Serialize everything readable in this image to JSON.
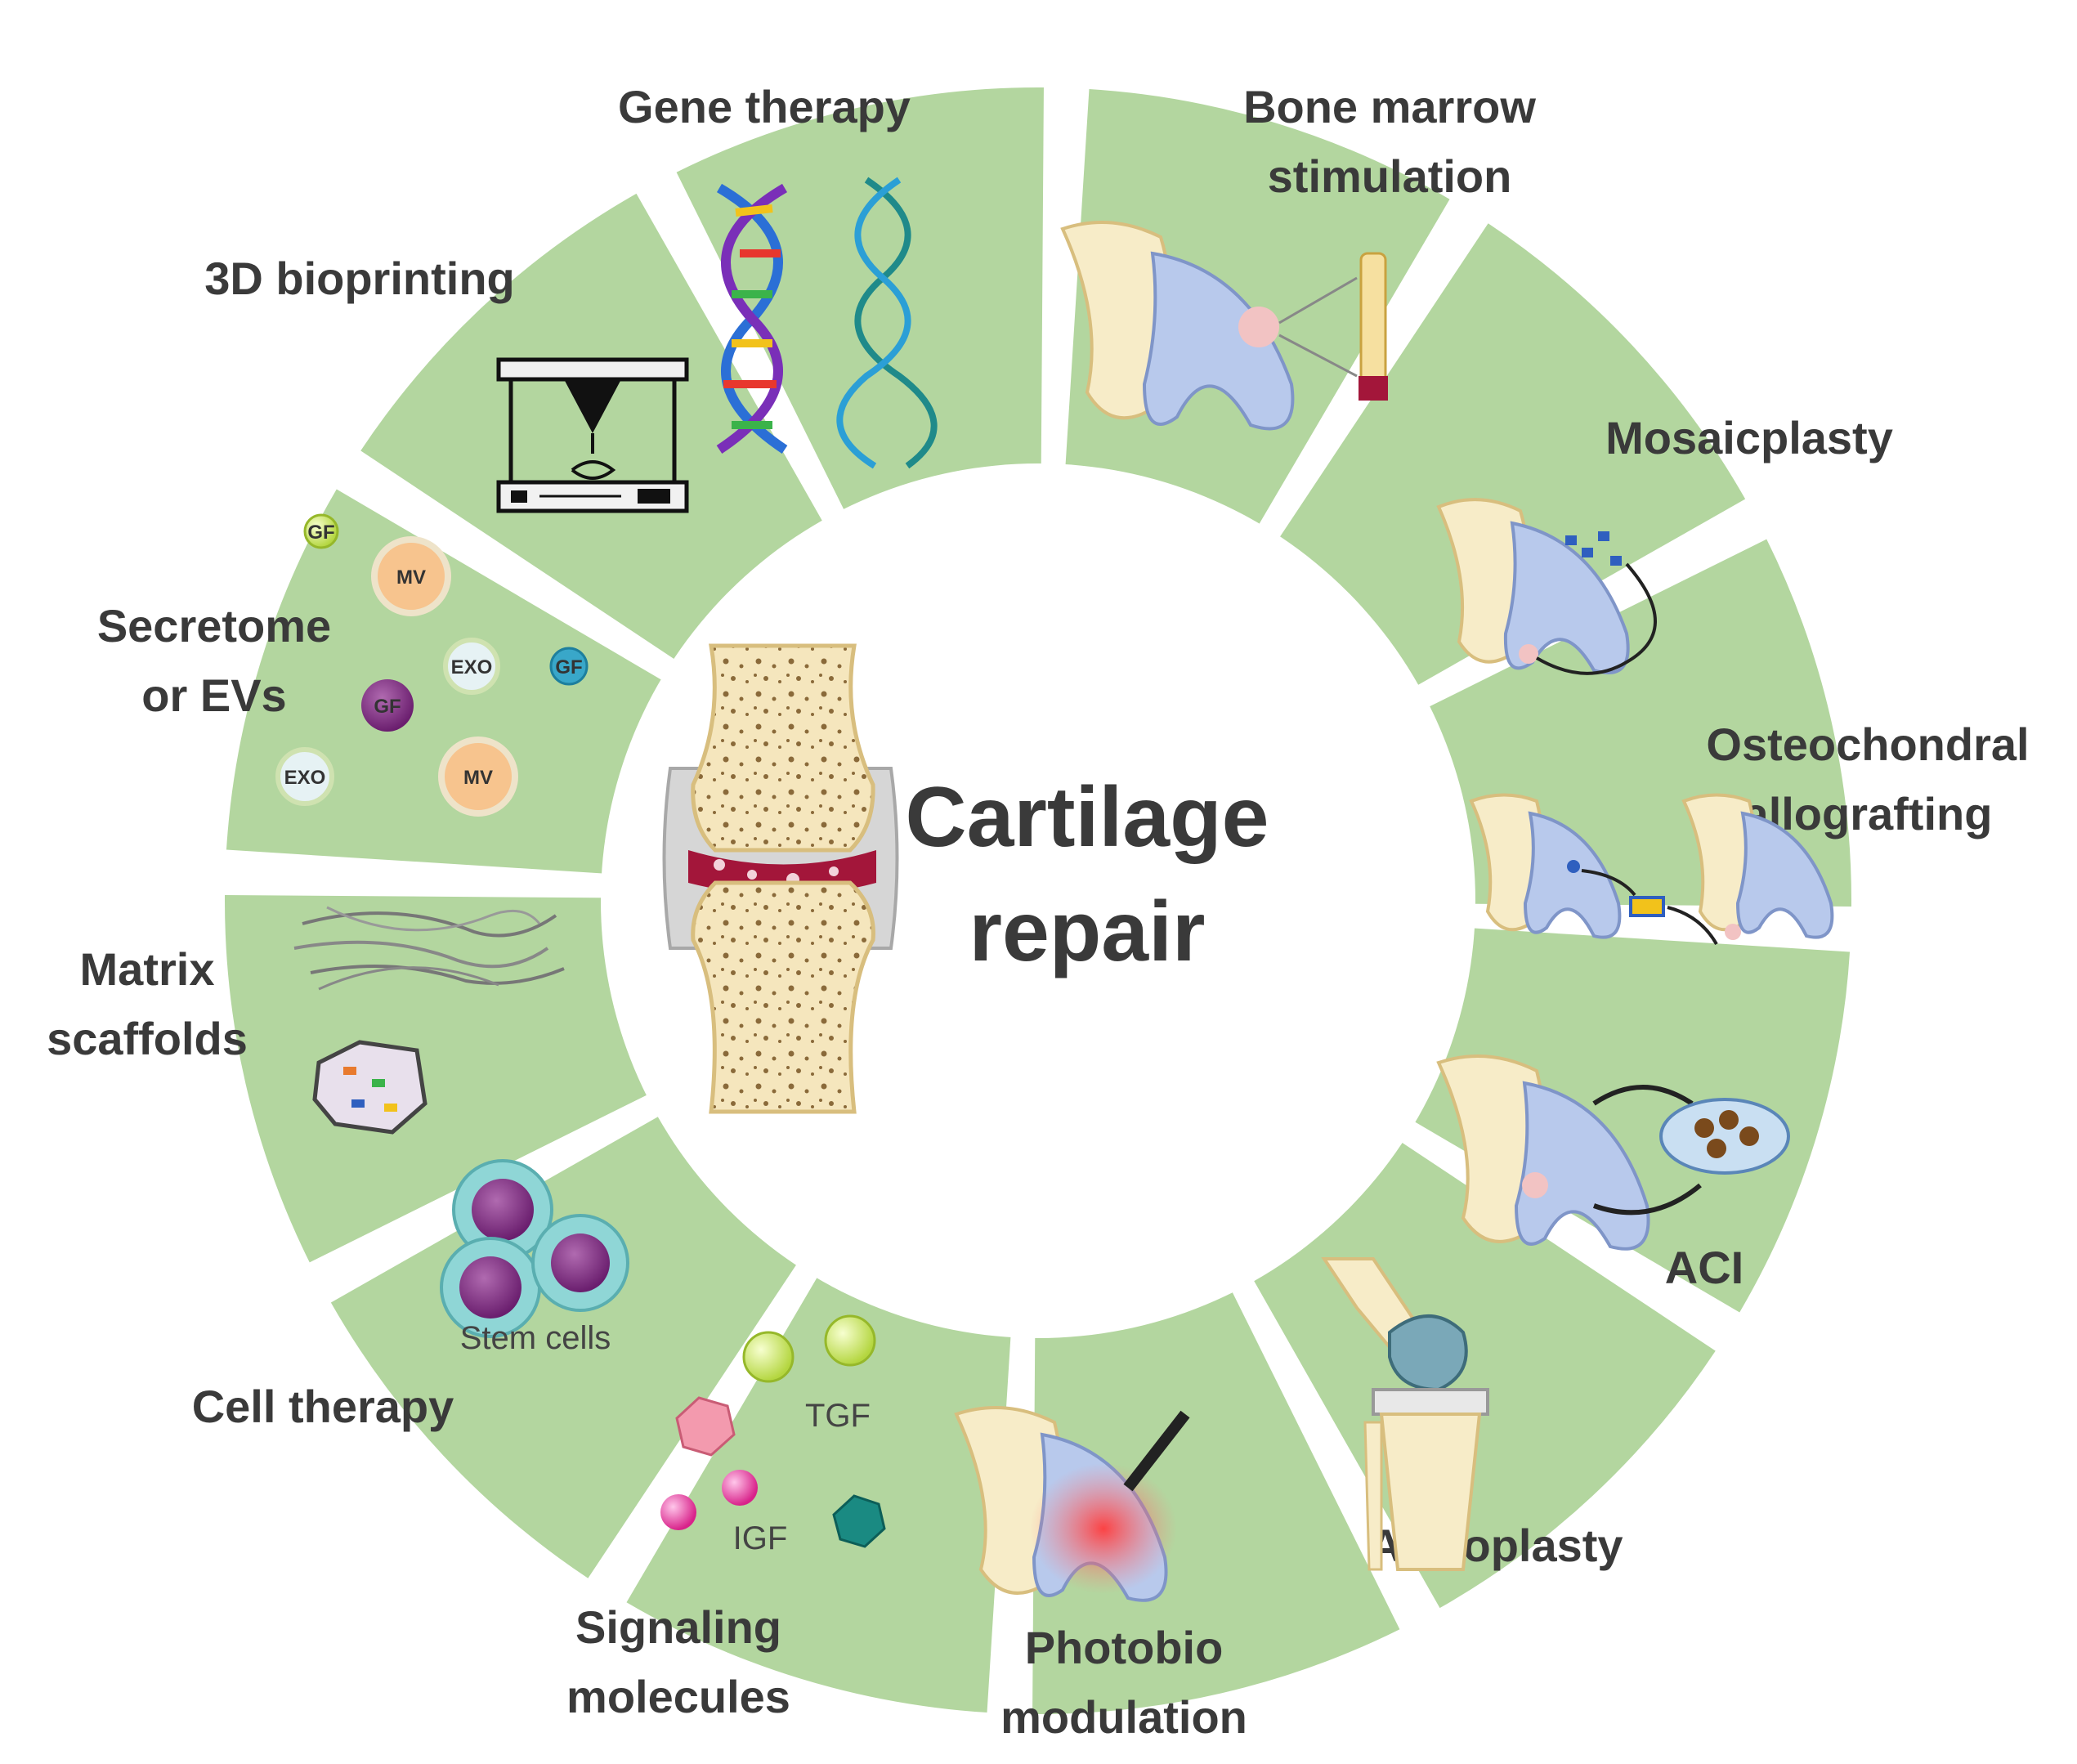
{
  "center": {
    "line1": "Cartilage",
    "line2": "repair"
  },
  "segments": [
    {
      "id": "bone-marrow",
      "lines": [
        "Bone marrow",
        "stimulation"
      ],
      "icon": "knee-joint-icon"
    },
    {
      "id": "mosaicplasty",
      "lines": [
        "Mosaicplasty"
      ],
      "icon": "knee-joint-icon"
    },
    {
      "id": "osteochondral",
      "lines": [
        "Osteochondral",
        "allografting"
      ],
      "icon": "knee-joint-icon"
    },
    {
      "id": "aci",
      "lines": [
        "ACI"
      ],
      "icon": "knee-joint-icon"
    },
    {
      "id": "arthoplasty",
      "lines": [
        "Arthoplasty"
      ],
      "icon": "knee-implant-icon"
    },
    {
      "id": "photobio",
      "lines": [
        "Photobio",
        "modulation"
      ],
      "icon": "laser-icon"
    },
    {
      "id": "signaling",
      "lines": [
        "Signaling",
        "molecules"
      ],
      "icon": "molecules-icon"
    },
    {
      "id": "cell-therapy",
      "lines": [
        "Cell therapy"
      ],
      "icon": "cells-icon"
    },
    {
      "id": "matrix",
      "lines": [
        "Matrix",
        "scaffolds"
      ],
      "icon": "scaffold-icon"
    },
    {
      "id": "secretome",
      "lines": [
        "Secretome",
        "or EVs"
      ],
      "icon": "vesicles-icon"
    },
    {
      "id": "bioprinting",
      "lines": [
        "3D bioprinting"
      ],
      "icon": "printer-icon"
    },
    {
      "id": "gene-therapy",
      "lines": [
        "Gene therapy"
      ],
      "icon": "dna-icon"
    }
  ],
  "inner_labels": {
    "stem_cells": "Stem cells",
    "tgf": "TGF",
    "igf": "IGF",
    "gf": "GF",
    "mv": "MV",
    "exo": "EXO"
  },
  "colors": {
    "ring": "#b3d69f",
    "gap": "#d8d8d8",
    "bone": "#f7ecc8",
    "bone_dark": "#e7cf8e",
    "cartilage": "#b8c9ec",
    "joint_red": "#a3163a"
  }
}
